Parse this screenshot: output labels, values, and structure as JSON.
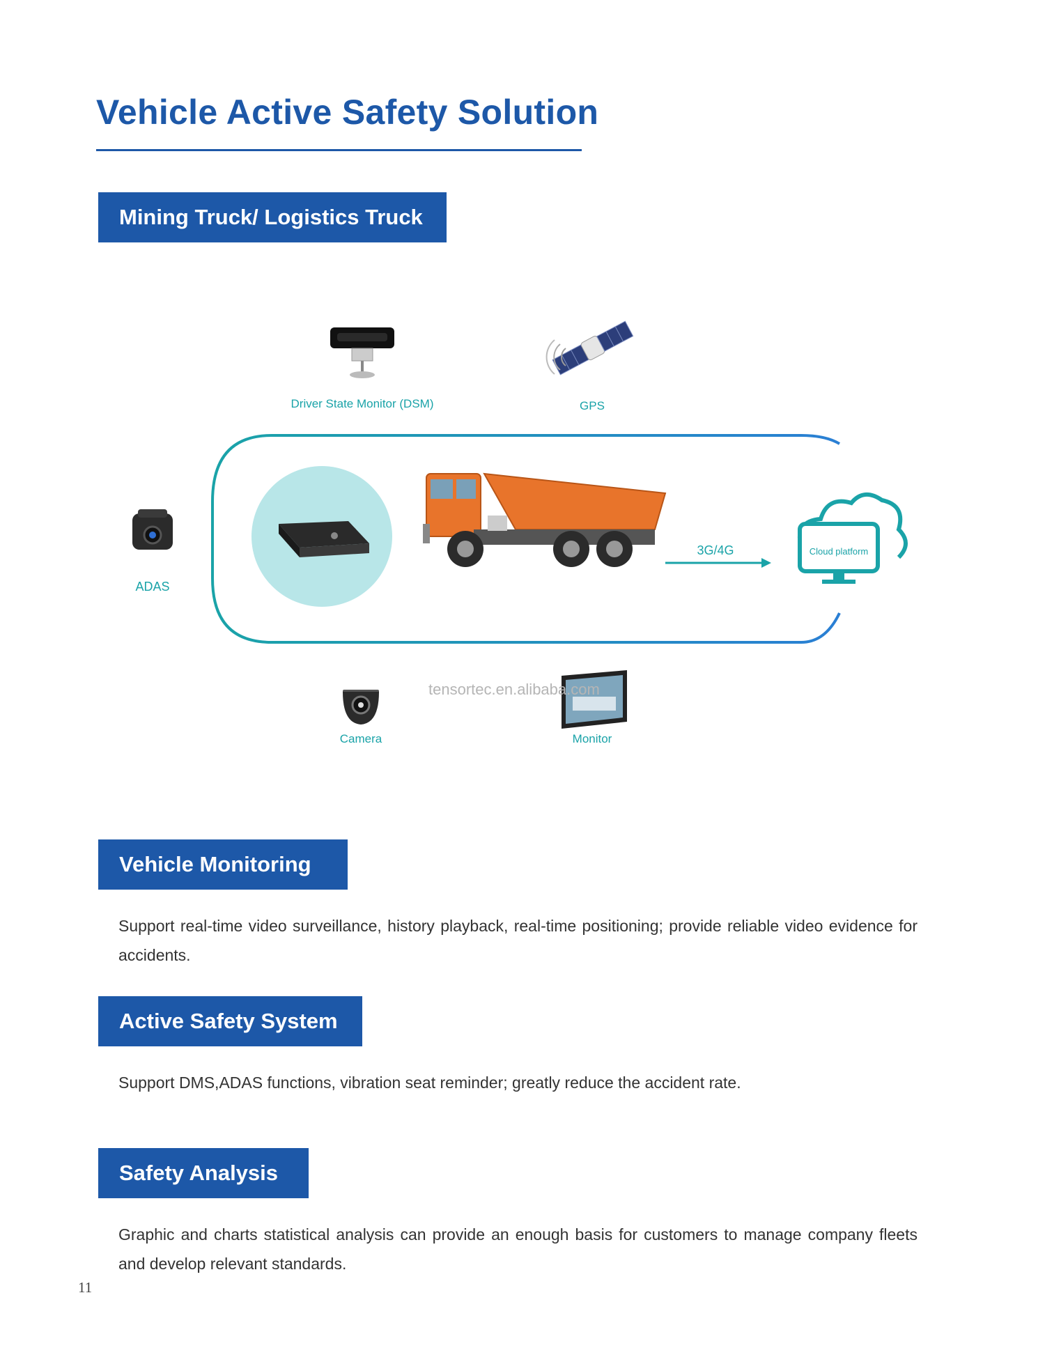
{
  "page": {
    "title": "Vehicle Active Safety Solution",
    "page_number": "11"
  },
  "diagram": {
    "heading": "Mining Truck/ Logistics Truck",
    "labels": {
      "dsm": "Driver State Monitor (DSM)",
      "gps": "GPS",
      "adas": "ADAS",
      "network": "3G/4G",
      "cloud": "Cloud platform",
      "camera": "Camera",
      "monitor": "Monitor"
    },
    "watermark": "tensortec.en.alibaba.com",
    "colors": {
      "accent_blue": "#1d58a8",
      "teal": "#1aa3a8",
      "truck_orange": "#e8742b",
      "dvr_circle": "#b8e6e8"
    }
  },
  "sections": [
    {
      "heading": "Vehicle Monitoring",
      "text": "Support real-time video surveillance, history playback, real-time positioning; provide reliable video evidence for accidents."
    },
    {
      "heading": "Active Safety System",
      "text": "Support DMS,ADAS functions, vibration seat reminder; greatly reduce the accident rate."
    },
    {
      "heading": "Safety Analysis",
      "text": "Graphic and charts statistical analysis can provide an enough basis for customers to manage company fleets and develop relevant standards."
    }
  ]
}
